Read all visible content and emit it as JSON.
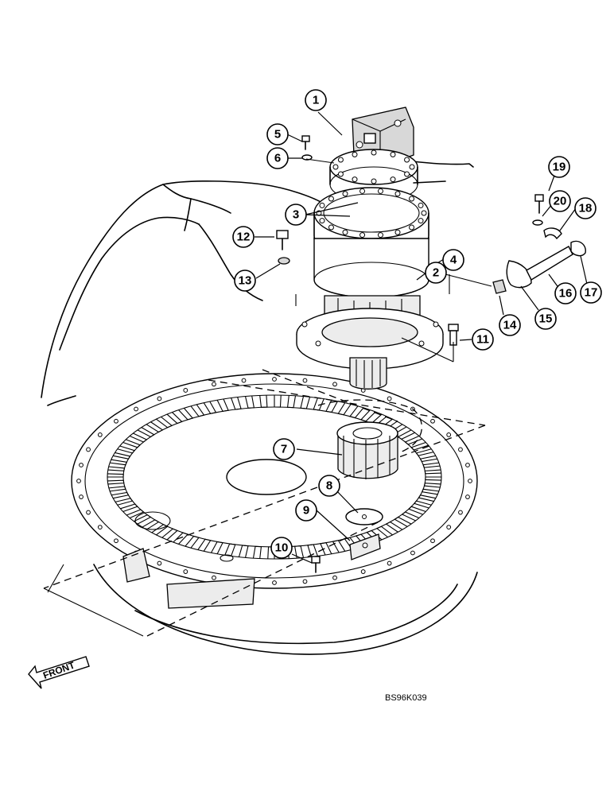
{
  "drawing": {
    "code": "BS96K039",
    "direction_label": "FRONT",
    "callouts": [
      "1",
      "2",
      "3",
      "4",
      "5",
      "6",
      "7",
      "8",
      "9",
      "10",
      "11",
      "12",
      "13",
      "14",
      "15",
      "16",
      "17",
      "18",
      "19",
      "20"
    ]
  }
}
